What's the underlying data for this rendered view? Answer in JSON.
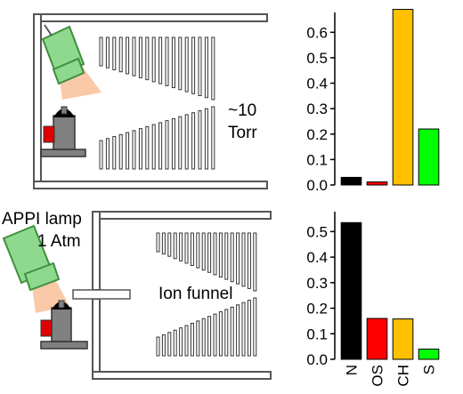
{
  "diagram": {
    "top_panel": {
      "pressure_label_line1": "~10",
      "pressure_label_line2": "Torr"
    },
    "bottom_panel": {
      "lamp_label": "APPI lamp",
      "pressure_label": "1 Atm",
      "funnel_label": "Ion funnel"
    }
  },
  "colors": {
    "lamp_body": "#8fd98f",
    "lamp_outline": "#3f8f3f",
    "light_cone": "#f9c9a8",
    "source_body": "#808080",
    "source_red": "#e00000",
    "N": "#000000",
    "OS": "#ff0000",
    "CH": "#ffc000",
    "S": "#00ff00"
  },
  "chart_data": [
    {
      "type": "bar",
      "categories": [
        "N",
        "OS",
        "CH",
        "S"
      ],
      "values": [
        0.03,
        0.012,
        0.69,
        0.22
      ],
      "colors": [
        "#000000",
        "#ff0000",
        "#ffc000",
        "#00ff00"
      ],
      "ylim": [
        0,
        0.65
      ],
      "yticks": [
        "0.0",
        "0.1",
        "0.2",
        "0.3",
        "0.4",
        "0.5",
        "0.6"
      ],
      "show_category_labels": false
    },
    {
      "type": "bar",
      "categories": [
        "N",
        "OS",
        "CH",
        "S"
      ],
      "values": [
        0.535,
        0.16,
        0.158,
        0.04
      ],
      "colors": [
        "#000000",
        "#ff0000",
        "#ffc000",
        "#00ff00"
      ],
      "ylim": [
        0,
        0.55
      ],
      "yticks": [
        "0.0",
        "0.1",
        "0.2",
        "0.3",
        "0.4",
        "0.5"
      ],
      "show_category_labels": true
    }
  ]
}
